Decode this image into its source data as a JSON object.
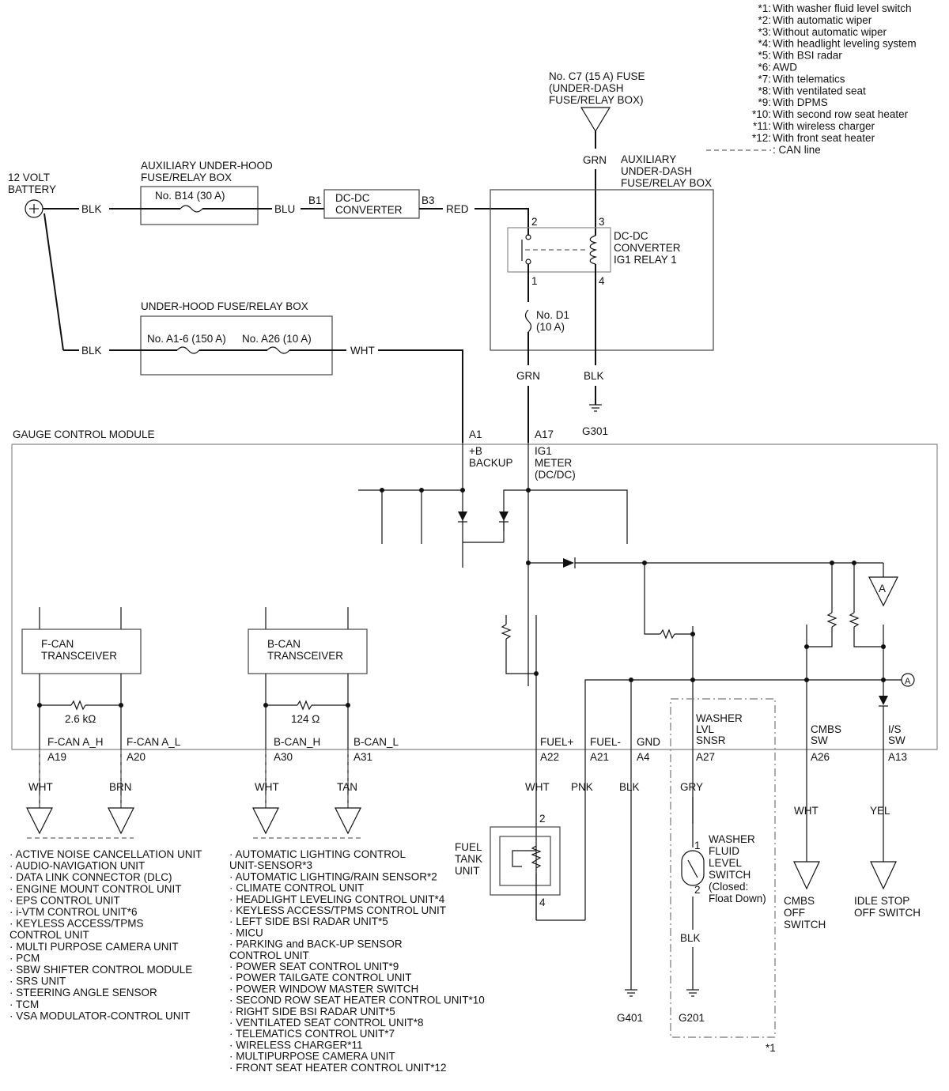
{
  "legend": [
    {
      "mark": "*1:",
      "text": "With washer fluid level switch"
    },
    {
      "mark": "*2:",
      "text": "With automatic wiper"
    },
    {
      "mark": "*3:",
      "text": "Without automatic wiper"
    },
    {
      "mark": "*4:",
      "text": "With headlight leveling system"
    },
    {
      "mark": "*5:",
      "text": "With BSI radar"
    },
    {
      "mark": "*6:",
      "text": "AWD"
    },
    {
      "mark": "*7:",
      "text": "With telematics"
    },
    {
      "mark": "*8:",
      "text": "With ventilated seat"
    },
    {
      "mark": "*9:",
      "text": "With DPMS"
    },
    {
      "mark": "*10:",
      "text": "With second row seat heater"
    },
    {
      "mark": "*11:",
      "text": "With wireless charger"
    },
    {
      "mark": "*12:",
      "text": "With front seat heater"
    },
    {
      "mark": "",
      "text": ": CAN line"
    }
  ],
  "power": {
    "battery_l1": "12 VOLT",
    "battery_l2": "BATTERY",
    "aux_box_l1": "AUXILIARY UNDER-HOOD",
    "aux_box_l2": "FUSE/RELAY BOX",
    "fuse_b14": "No. B14 (30 A)",
    "uh_box": "UNDER-HOOD FUSE/RELAY BOX",
    "fuse_a16": "No. A1-6 (150 A)",
    "fuse_a26": "No. A26 (10 A)",
    "dcdc_l1": "DC-DC",
    "dcdc_l2": "CONVERTER",
    "pin_b1": "B1",
    "pin_b3": "B3",
    "fuse_c7_l1": "No. C7 (15 A) FUSE",
    "fuse_c7_l2": "(UNDER-DASH",
    "fuse_c7_l3": "FUSE/RELAY BOX)",
    "aux_dash_l1": "AUXILIARY",
    "aux_dash_l2": "UNDER-DASH",
    "aux_dash_l3": "FUSE/RELAY BOX",
    "relay_l1": "DC-DC",
    "relay_l2": "CONVERTER",
    "relay_l3": "IG1 RELAY 1",
    "relay_p1": "1",
    "relay_p2": "2",
    "relay_p3": "3",
    "relay_p4": "4",
    "fuse_d1_l1": "No. D1",
    "fuse_d1_l2": "(10 A)",
    "g301": "G301"
  },
  "wires": {
    "blk": "BLK",
    "blu": "BLU",
    "red": "RED",
    "grn": "GRN",
    "wht": "WHT",
    "brn": "BRN",
    "tan": "TAN",
    "pnk": "PNK",
    "gry": "GRY",
    "yel": "YEL"
  },
  "gcm": {
    "title": "GAUGE CONTROL MODULE",
    "a1": "A1",
    "a1_l1": "+B",
    "a1_l2": "BACKUP",
    "a17": "A17",
    "a17_l1": "IG1",
    "a17_l2": "METER",
    "a17_l3": "(DC/DC)",
    "fcan_l1": "F-CAN",
    "fcan_l2": "TRANSCEIVER",
    "bcan_l1": "B-CAN",
    "bcan_l2": "TRANSCEIVER",
    "r_fcan": "2.6 kΩ",
    "r_bcan": "124 Ω",
    "conn_a": "A",
    "pins": [
      {
        "name": "F-CAN A_H",
        "pin": "A19"
      },
      {
        "name": "F-CAN A_L",
        "pin": "A20"
      },
      {
        "name": "B-CAN_H",
        "pin": "A30"
      },
      {
        "name": "B-CAN_L",
        "pin": "A31"
      },
      {
        "name": "FUEL+",
        "pin": "A22"
      },
      {
        "name": "FUEL-",
        "pin": "A21"
      },
      {
        "name": "GND",
        "pin": "A4"
      },
      {
        "name": "WASHER",
        "pin": "A27"
      },
      {
        "name": "CMBS",
        "pin": "A26"
      },
      {
        "name": "I/S",
        "pin": "A13"
      }
    ],
    "washer_l2": "LVL",
    "washer_l3": "SNSR",
    "cmbs_l2": "SW",
    "is_l2": "SW"
  },
  "fuel": {
    "l1": "FUEL",
    "l2": "TANK",
    "l3": "UNIT",
    "p2": "2",
    "p4": "4"
  },
  "washer_sw": {
    "l1": "WASHER",
    "l2": "FLUID",
    "l3": "LEVEL",
    "l4": "SWITCH",
    "l5": "(Closed:",
    "l6": "Float Down)",
    "p1": "1",
    "p2": "2",
    "g201": "G201",
    "note": "*1"
  },
  "g401": "G401",
  "cmbs_off": {
    "l1": "CMBS",
    "l2": "OFF",
    "l3": "SWITCH"
  },
  "idle_stop": {
    "l1": "IDLE STOP",
    "l2": "OFF SWITCH"
  },
  "fcan_units": [
    "· ACTIVE NOISE CANCELLATION UNIT",
    "· AUDIO-NAVIGATION UNIT",
    "· DATA LINK CONNECTOR (DLC)",
    "· ENGINE MOUNT CONTROL UNIT",
    "· EPS CONTROL UNIT",
    "· i-VTM CONTROL UNIT*6",
    "· KEYLESS ACCESS/TPMS",
    "CONTROL UNIT",
    "· MULTI PURPOSE CAMERA UNIT",
    "· PCM",
    "· SBW SHIFTER CONTROL MODULE",
    "· SRS UNIT",
    "· STEERING ANGLE SENSOR",
    "· TCM",
    "· VSA MODULATOR-CONTROL UNIT"
  ],
  "bcan_units": [
    "· AUTOMATIC LIGHTING CONTROL",
    "UNIT-SENSOR*3",
    "· AUTOMATIC LIGHTING/RAIN SENSOR*2",
    "· CLIMATE CONTROL UNIT",
    "· HEADLIGHT LEVELING CONTROL UNIT*4",
    "· KEYLESS ACCESS/TPMS CONTROL UNIT",
    "· LEFT SIDE BSI RADAR UNIT*5",
    "· MICU",
    "· PARKING and BACK-UP SENSOR",
    "CONTROL UNIT",
    "· POWER SEAT CONTROL UNIT*9",
    "· POWER TAILGATE CONTROL UNIT",
    "· POWER WINDOW MASTER SWITCH",
    "· SECOND ROW SEAT HEATER CONTROL UNIT*10",
    "· RIGHT SIDE BSI RADAR UNIT*5",
    "· VENTILATED SEAT CONTROL UNIT*8",
    "· TELEMATICS CONTROL UNIT*7",
    "· WIRELESS CHARGER*11",
    "· MULTIPURPOSE CAMERA UNIT",
    "· FRONT SEAT HEATER CONTROL UNIT*12"
  ]
}
